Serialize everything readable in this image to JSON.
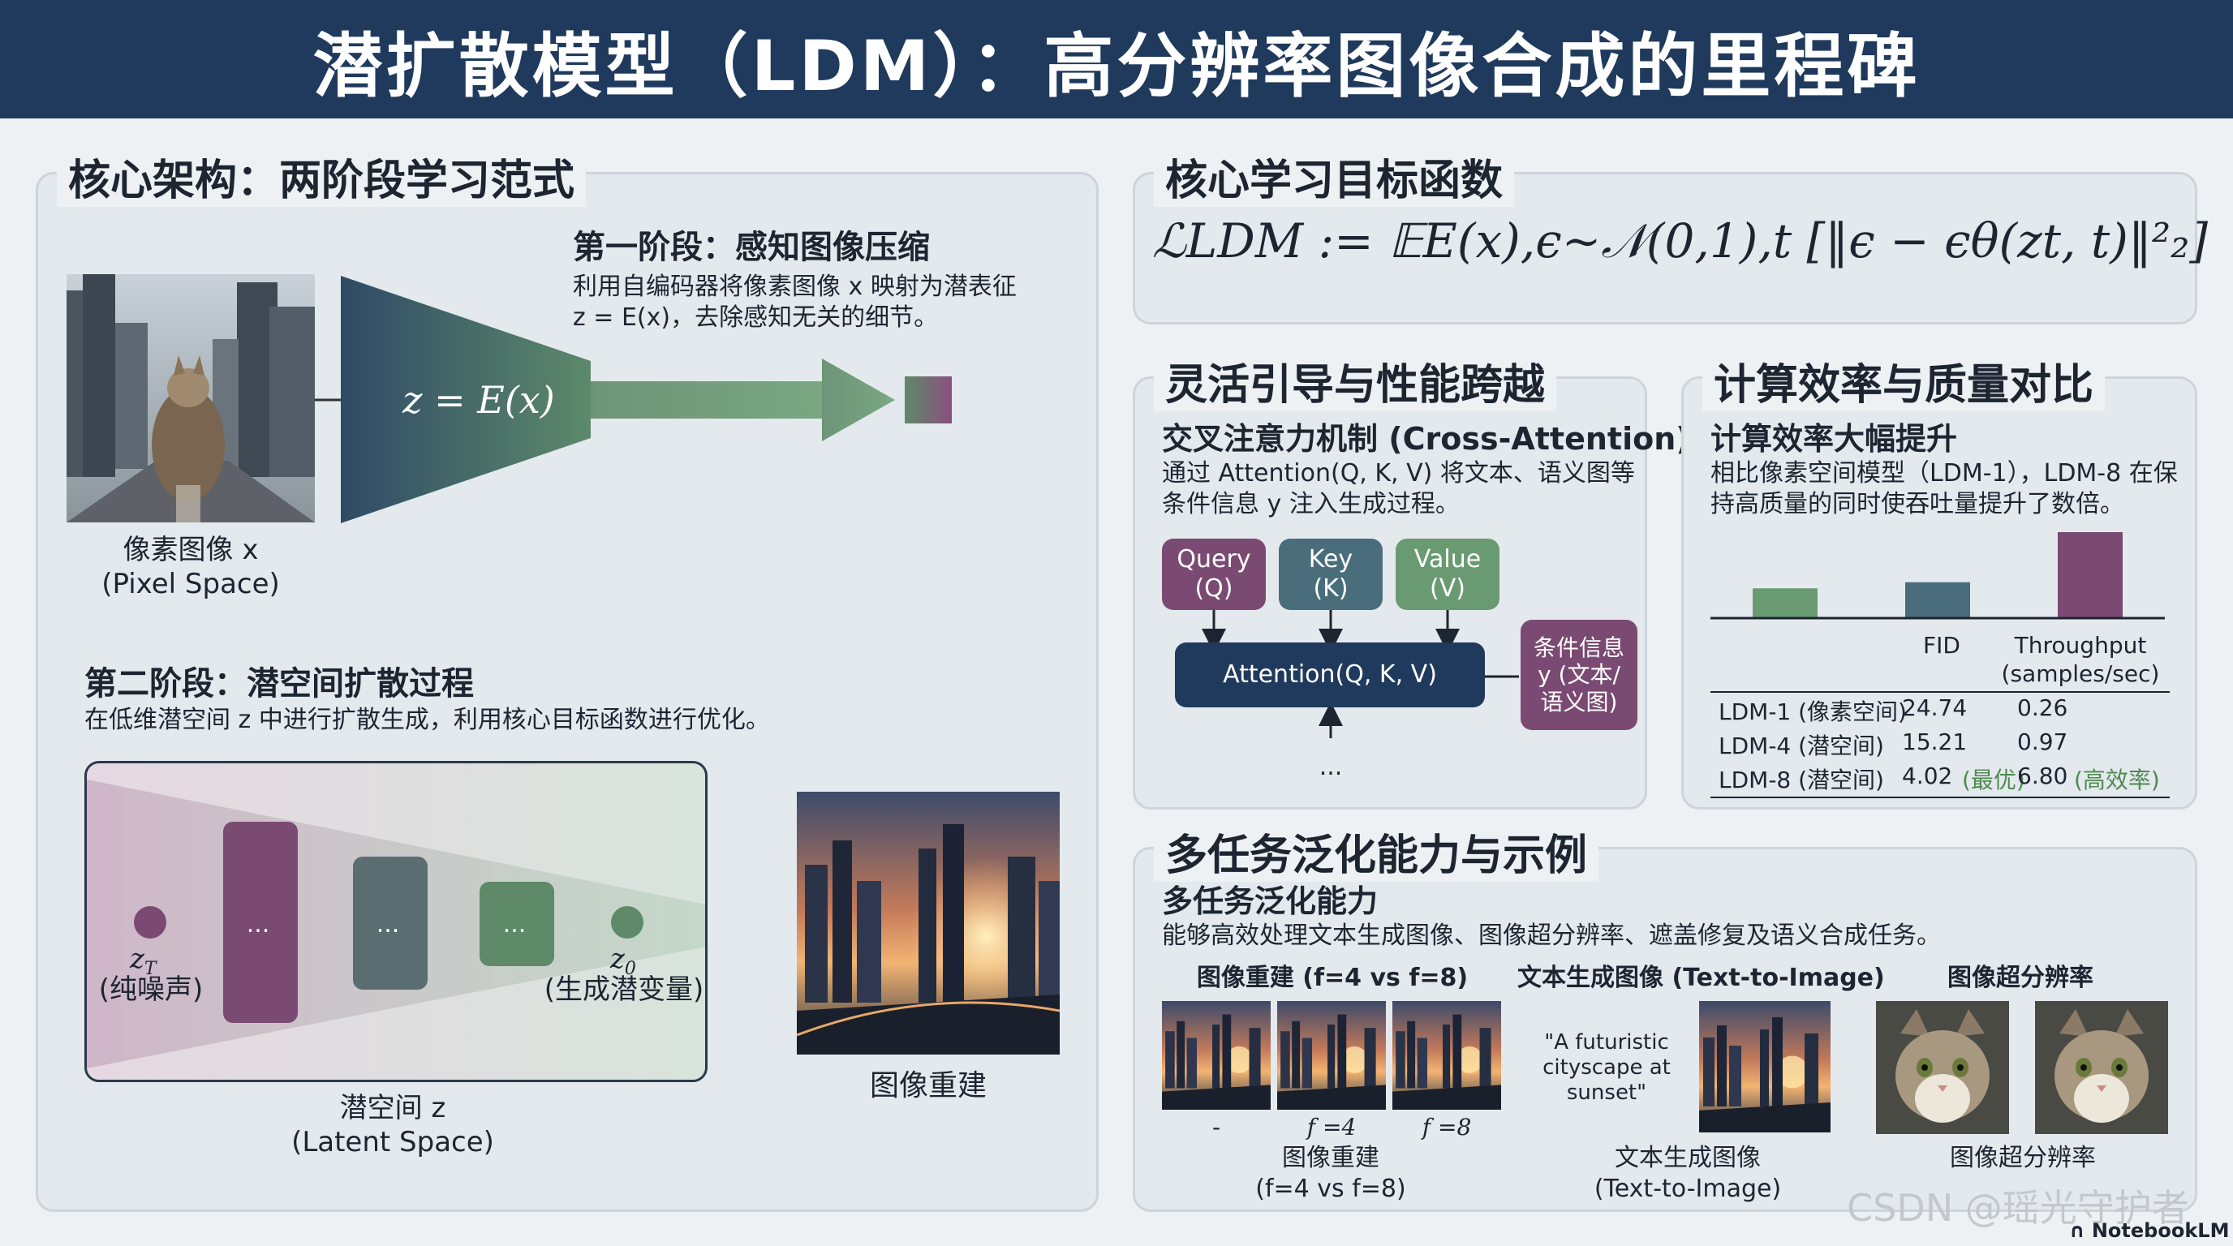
{
  "header": {
    "title": "潜扩散模型（LDM）：高分辨率图像合成的里程碑"
  },
  "architecture": {
    "title": "核心架构：两阶段学习范式",
    "stage1": {
      "title": "第一阶段：感知图像压缩",
      "desc_line1": "利用自编码器将像素图像 x 映射为潜表征",
      "desc_line2": "z = E(x)，去除感知无关的细节。",
      "encoder_label": "z = E(x)",
      "pixel_label": "像素图像 x",
      "pixel_sub": "(Pixel Space)"
    },
    "stage2": {
      "title": "第二阶段：潜空间扩散过程",
      "desc": "在低维潜空间 z 中进行扩散生成，利用核心目标函数进行优化。",
      "zt": "z",
      "zt_sub": "T",
      "zt_label": "(纯噪声)",
      "z0": "z",
      "z0_sub": "0",
      "z0_label": "(生成潜变量)",
      "ellipsis": "...",
      "latent_label": "潜空间 z",
      "latent_sub": "(Latent Space)",
      "recon_label": "图像重建"
    }
  },
  "objective": {
    "title": "核心学习目标函数",
    "formula": "ℒLDM := 𝔼E(x),ϵ∼𝒩(0,1),t [‖ϵ − ϵθ(zt, t)‖²₂]"
  },
  "guidance": {
    "title": "灵活引导与性能跨越",
    "subtitle": "交叉注意力机制 (Cross-Attention)",
    "desc_line1": "通过 Attention(Q, K, V) 将文本、语义图等",
    "desc_line2": "条件信息 y 注入生成过程。",
    "query": "Query\n(Q)",
    "key": "Key\n(K)",
    "value": "Value\n(V)",
    "attention": "Attention(Q, K, V)",
    "condition": "条件信息\ny (文本/\n语义图)",
    "ellipsis": "..."
  },
  "efficiency": {
    "title": "计算效率与质量对比",
    "subtitle": "计算效率大幅提升",
    "desc_line1": "相比像素空间模型（LDM-1），LDM-8 在保",
    "desc_line2": "持高质量的同时使吞吐量提升了数倍。",
    "col_fid": "FID",
    "col_throughput": "Throughput\n(samples/sec)",
    "rows": [
      {
        "model": "LDM-1 (像素空间)",
        "fid": "24.74",
        "throughput": "0.26",
        "note_fid": "",
        "note_tp": ""
      },
      {
        "model": "LDM-4 (潜空间)",
        "fid": "15.21",
        "throughput": "0.97",
        "note_fid": "",
        "note_tp": ""
      },
      {
        "model": "LDM-8 (潜空间)",
        "fid": "4.02",
        "throughput": "6.80",
        "note_fid": "(最优)",
        "note_tp": "(高效率)"
      }
    ],
    "bar_colors": [
      "#6a9a72",
      "#4a6d7c",
      "#7a4a72"
    ]
  },
  "multitask": {
    "title": "多任务泛化能力与示例",
    "subtitle": "多任务泛化能力",
    "desc": "能够高效处理文本生成图像、图像超分辨率、遮盖修复及语义合成任务。",
    "recon_title": "图像重建 (f=4 vs f=8)",
    "recon_captions": [
      "-",
      "f =4",
      "f =8"
    ],
    "recon_label": "图像重建",
    "recon_sub": "(f=4 vs f=8)",
    "t2i_title": "文本生成图像 (Text-to-Image)",
    "t2i_prompt": "\"A futuristic\ncityscape at\nsunset\"",
    "t2i_label": "文本生成图像",
    "t2i_sub": "(Text-to-Image)",
    "sr_title": "图像超分辨率",
    "sr_label": "图像超分辨率"
  },
  "footer": {
    "watermark": "CSDN @瑶光守护者",
    "brand": "NotebookLM"
  }
}
